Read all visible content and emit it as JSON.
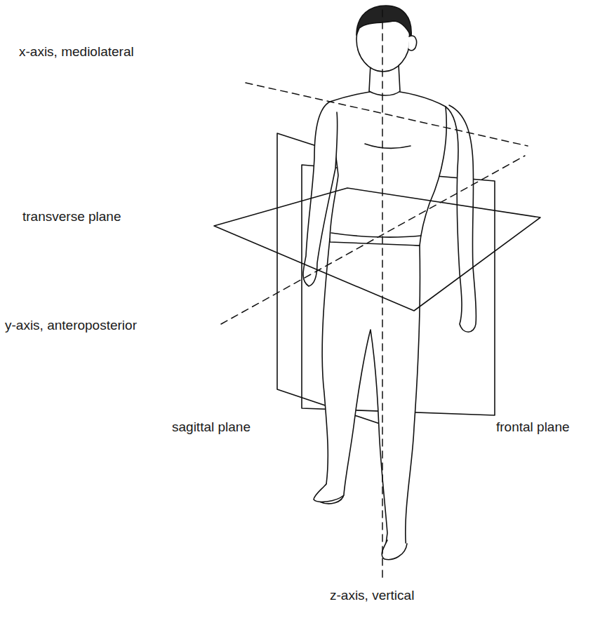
{
  "diagram": {
    "labels": [
      "x-axis, mediolateral",
      "transverse plane",
      "y-axis, anteroposterior",
      "sagittal plane",
      "frontal plane",
      "z-axis, vertical"
    ]
  }
}
